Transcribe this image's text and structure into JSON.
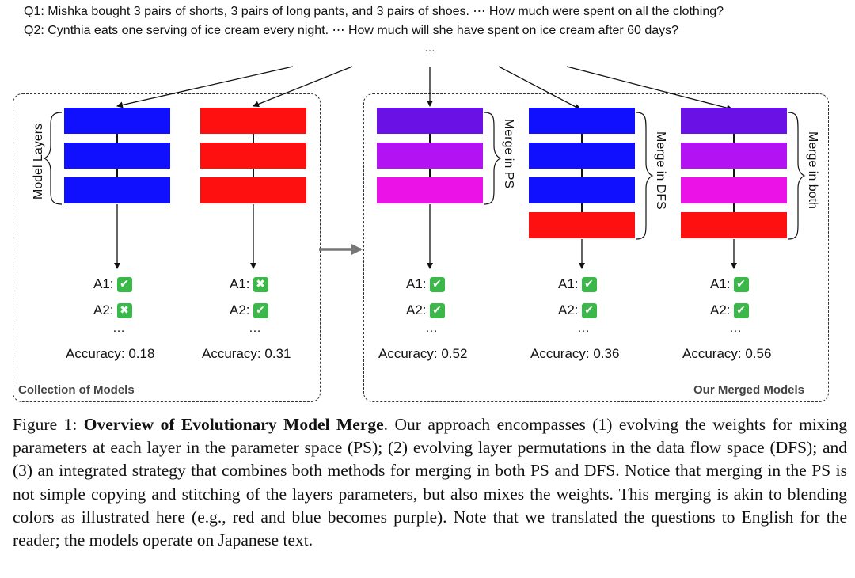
{
  "questions": {
    "q1": "Q1: Mishka bought 3 pairs of shorts, 3 pairs of long pants, and 3 pairs of shoes. ⋯ How much were spent on all the clothing?",
    "q2": "Q2: Cynthia eats one serving of ice cream every night. ⋯ How much will she have spent on ice cream after 60 days?",
    "more": "…"
  },
  "left_panel": {
    "label": "Collection of Models",
    "layers_label": "Model Layers",
    "models": [
      {
        "colors": [
          "#1010ff",
          "#1010ff",
          "#1010ff"
        ],
        "answers": [
          {
            "label": "A1:",
            "correct": true
          },
          {
            "label": "A2:",
            "correct": false
          }
        ],
        "ellipsis": "…",
        "accuracy": "Accuracy: 0.18"
      },
      {
        "colors": [
          "#ff1010",
          "#ff1010",
          "#ff1010"
        ],
        "answers": [
          {
            "label": "A1:",
            "correct": false
          },
          {
            "label": "A2:",
            "correct": true
          }
        ],
        "ellipsis": "…",
        "accuracy": "Accuracy: 0.31"
      }
    ]
  },
  "right_panel": {
    "label": "Our Merged Models",
    "models": [
      {
        "merge_label": "Merge in PS",
        "colors": [
          "#6a12e6",
          "#b312f2",
          "#ea12e6"
        ],
        "answers": [
          {
            "label": "A1:",
            "correct": true
          },
          {
            "label": "A2:",
            "correct": true
          }
        ],
        "ellipsis": "…",
        "accuracy": "Accuracy: 0.52"
      },
      {
        "merge_label": "Merge in DFS",
        "colors": [
          "#1010ff",
          "#1010ff",
          "#1010ff",
          "#ff1010"
        ],
        "answers": [
          {
            "label": "A1:",
            "correct": true
          },
          {
            "label": "A2:",
            "correct": true
          }
        ],
        "ellipsis": "…",
        "accuracy": "Accuracy: 0.36"
      },
      {
        "merge_label": "Merge in both",
        "colors": [
          "#6a12e6",
          "#b312f2",
          "#ea12e6",
          "#ff1010"
        ],
        "answers": [
          {
            "label": "A1:",
            "correct": true
          },
          {
            "label": "A2:",
            "correct": true
          }
        ],
        "ellipsis": "…",
        "accuracy": "Accuracy: 0.56"
      }
    ]
  },
  "status_colors": {
    "correct": "#3cb84a",
    "incorrect": "#3cb84a"
  },
  "icons": {
    "correct": "check-mark-icon",
    "incorrect": "cross-mark-icon"
  },
  "caption": {
    "prefix": "Figure 1: ",
    "title": "Overview of Evolutionary Model Merge",
    "body": ". Our approach encompasses (1) evolving the weights for mixing parameters at each layer in the parameter space (PS); (2) evolving layer permutations in the data flow space (DFS); and (3) an integrated strategy that combines both methods for merging in both PS and DFS. Notice that merging in the PS is not simple copying and stitching of the layers parameters, but also mixes the weights. This merging is akin to blending colors as illustrated here (e.g., red and blue becomes purple). Note that we translated the questions to English for the reader; the models operate on Japanese text."
  }
}
